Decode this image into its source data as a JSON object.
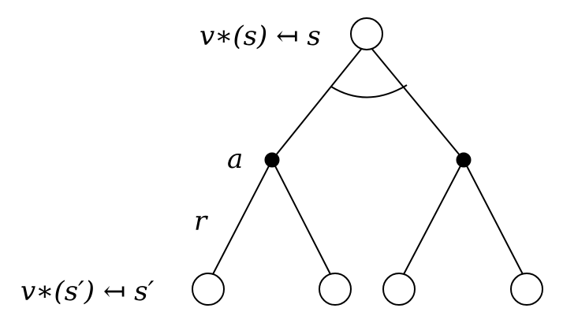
{
  "diagram": {
    "root_label": "v∗(s) ↤ s",
    "action_label": "a",
    "reward_label": "r",
    "leaf_label": "v∗(s′) ↤ s′"
  },
  "colors": {
    "stroke": "#000000",
    "state_fill": "#ffffff",
    "action_fill": "#000000",
    "background": "#ffffff"
  }
}
